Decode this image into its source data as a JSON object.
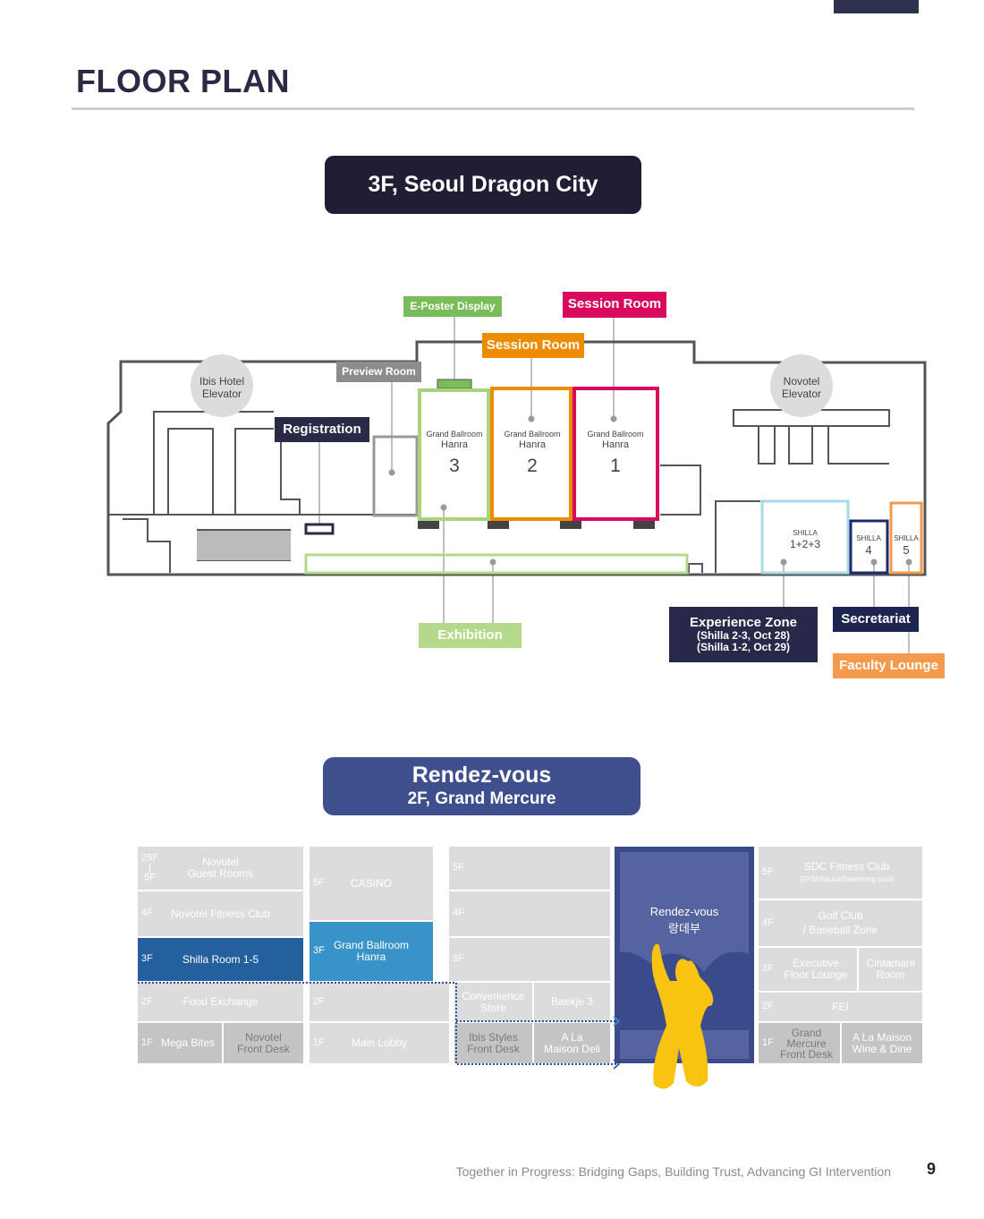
{
  "header": {
    "title": "FLOOR PLAN"
  },
  "floor3": {
    "banner": "3F, Seoul Dragon City",
    "tags": {
      "eposter": "E-Poster Display",
      "session_pink": "Session Room",
      "session_orange": "Session Room",
      "preview": "Preview Room",
      "registration": "Registration",
      "exhibition": "Exhibition",
      "experience_title": "Experience Zone",
      "experience_l1": "(Shilla 2-3, Oct 28)",
      "experience_l2": "(Shilla 1-2, Oct 29)",
      "secretariat": "Secretariat",
      "faculty": "Faculty Lounge"
    },
    "elevators": {
      "ibis_1": "Ibis Hotel",
      "ibis_2": "Elevator",
      "novotel_1": "Novotel",
      "novotel_2": "Elevator"
    },
    "rooms": {
      "gb_label": "Grand Ballroom",
      "gb_sub": "Hanra",
      "gb3": "3",
      "gb2": "2",
      "gb1": "1",
      "shilla": "SHILLA",
      "s123": "1+2+3",
      "s4": "4",
      "s5": "5"
    },
    "colors": {
      "green": "#a9d47b",
      "orange": "#ee8c00",
      "pink": "#d9095e",
      "lightblue": "#a8d8ea",
      "navy": "#1b2a6b",
      "faculty": "#f59a4c"
    }
  },
  "rendezvous": {
    "banner_l1": "Rendez-vous",
    "banner_l2": "2F, Grand Mercure",
    "col1": {
      "r5_f1": "25F",
      "r5_f2": "|",
      "r5_f3": "5F",
      "r5_l1": "Novotel",
      "r5_l2": "Guest Rooms",
      "r4_f": "4F",
      "r4": "Novotel Fitness Club",
      "r3_f": "3F",
      "r3": "Shilla Room 1-5",
      "r2_f": "2F",
      "r2": "Food Exchange",
      "r1_f": "1F",
      "r1a": "Mega Bites",
      "r1b_1": "Novotel",
      "r1b_2": "Front Desk"
    },
    "col2": {
      "r5_f": "5F",
      "r5": "CASINO",
      "r3_f": "3F",
      "r3_l1": "Grand Ballroom",
      "r3_l2": "Hanra",
      "r2_f": "2F",
      "r1_f": "1F",
      "r1": "Main Lobby"
    },
    "col3": {
      "r5_f": "5F",
      "r4_f": "4F",
      "r3_f": "3F",
      "r2a_1": "Convenience",
      "r2a_2": "Store",
      "r2b": "Baekje 3",
      "r1a_1": "Ibis Styles",
      "r1a_2": "Front Desk",
      "r1b_1": "A La",
      "r1b_2": "Maison Deli"
    },
    "center": {
      "l1": "Rendez-vous",
      "l2": "랑데부"
    },
    "col5": {
      "r5_f": "5F",
      "r5_l1": "SDC Fitness Club",
      "r5_l2": "(GYM/Sauna/Swimming pool)",
      "r4_f": "4F",
      "r4_l1": "Golf Club",
      "r4_l2": "/ Baseball Zone",
      "r3_f": "3F",
      "r3a_1": "Executive",
      "r3a_2": "Floor Lounge",
      "r3b_1": "Cintamani",
      "r3b_2": "Room",
      "r2_f": "2F",
      "r2": "FEI",
      "r1_f": "1F",
      "r1a_1": "Grand",
      "r1a_2": "Mercure",
      "r1a_3": "Front Desk",
      "r1b_1": "A La Maison",
      "r1b_2": "Wine & Dine"
    }
  },
  "footer": {
    "tagline": "Together in Progress: Bridging Gaps, Building Trust, Advancing GI Intervention",
    "page": "9"
  }
}
